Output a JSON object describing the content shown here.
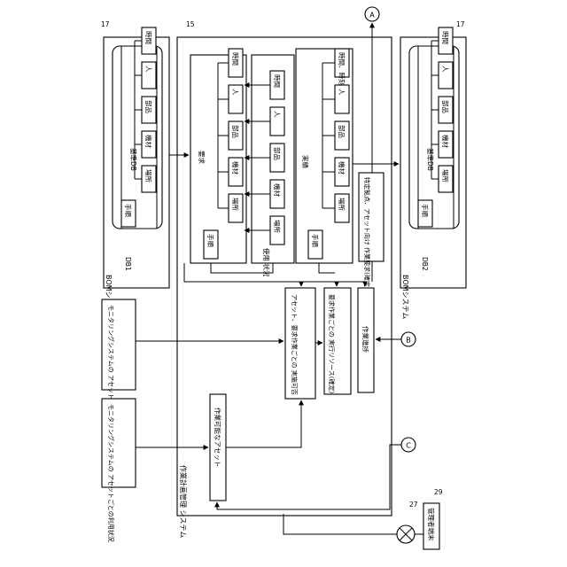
{
  "frames": {
    "workplan_label": "作業計画管理\nシステム",
    "workplan_ref": "15",
    "bom_left_label": "BOMシステム",
    "bom_left_ref": "17",
    "bom_right_label": "BOMシステム",
    "bom_right_ref": "17"
  },
  "db1": {
    "label": "DB1",
    "title": "基準DB",
    "items": [
      "手順",
      "場所",
      "機材",
      "部品",
      "人",
      "時間"
    ]
  },
  "db2": {
    "label": "DB2",
    "title": "基準DB",
    "items": [
      "手順",
      "場所",
      "機材",
      "部品",
      "人",
      "時間"
    ]
  },
  "requirement": {
    "title": "要求",
    "items": [
      "手順",
      "場所",
      "機材",
      "部品",
      "人",
      "時間"
    ]
  },
  "usage": {
    "title": "使用\n状況",
    "items": [
      "場所",
      "機材",
      "部品",
      "人",
      "時間"
    ]
  },
  "actual": {
    "title": "実績",
    "items": [
      "手順",
      "場所",
      "機材",
      "部品",
      "人",
      "時間、時刻"
    ]
  },
  "process": {
    "usable_assets": "作業可能なアセット",
    "feasibility": "アセット、要求作業ごとの\n実施可否",
    "resources": "要求作業ごとの\n実行リソース(確定)",
    "progress": "作業進捗",
    "requirement_fixed": "特定拠点、アセット向け\n作業要求(確定)"
  },
  "inputs": {
    "usage_status": "モニタリングシステムの\nアセットごとの利用状況",
    "work_request": "モニタリングシステムの\nアセットごとの作業要求"
  },
  "network": {
    "ref": "27"
  },
  "terminal": {
    "label": "管理者端末",
    "ref": "29"
  },
  "connectors": [
    "A",
    "B",
    "C"
  ]
}
